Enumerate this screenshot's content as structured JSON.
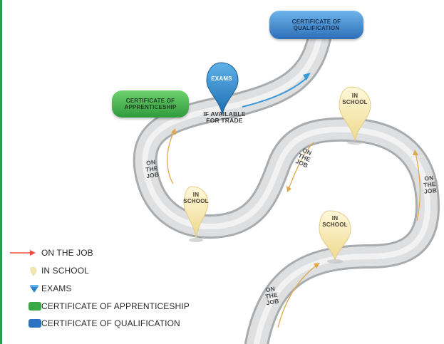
{
  "certificates": {
    "apprenticeship": "CERTIFICATE OF APPRENTICESHIP",
    "qualification": "CERTIFICATE OF QUALIFICATION"
  },
  "exams": {
    "pin_label": "EXAMS",
    "note": "IF AVAILABLE FOR TRADE"
  },
  "road": {
    "on_the_job_label": "ON THE JOB",
    "in_school_label": "IN SCHOOL"
  },
  "legend": {
    "items": [
      {
        "label": "ON THE JOB",
        "symbol": "red-arrow",
        "color": "#e8503a"
      },
      {
        "label": "IN SCHOOL",
        "symbol": "pale-yellow-pin",
        "color": "#f3e7b0"
      },
      {
        "label": "EXAMS",
        "symbol": "blue-pin",
        "color": "#2f86c9"
      },
      {
        "label": "CERTIFICATE OF APPRENTICESHIP",
        "symbol": "green-block",
        "color": "#3aa845"
      },
      {
        "label": "CERTIFICATE OF QUALIFICATION",
        "symbol": "blue-block",
        "color": "#2f72c0"
      }
    ]
  },
  "colors": {
    "frame": "#2f9a4d",
    "road": "#d2d4d6",
    "road_edge": "#a9acaf",
    "job_arrow": "#e0a84a",
    "exam_arrow": "#3a9ad8"
  }
}
